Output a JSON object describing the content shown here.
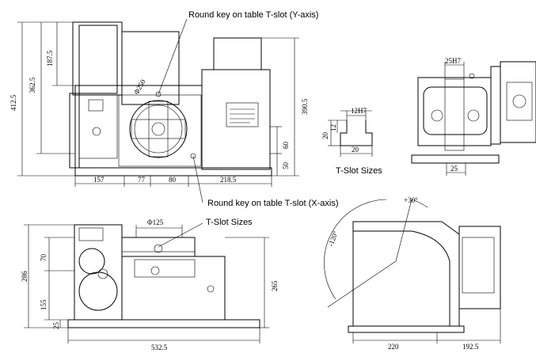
{
  "callouts": {
    "y_axis_key": "Round key on table T-slot (Y-axis)",
    "x_axis_key": "Round key on table T-slot (X-axis)",
    "tslot_sizes_top": "T-Slot Sizes",
    "tslot_sizes_bottom": "T-Slot Sizes"
  },
  "top_view": {
    "dim_h1": "157",
    "dim_h2": "77",
    "dim_h3": "80",
    "dim_h4": "218.5",
    "dim_v_total": "412.5",
    "dim_v_362": "362.5",
    "dim_v_187": "187.5",
    "dim_v_390": "390.5",
    "dim_v_60": "60",
    "dim_v_50": "50",
    "dia_table": "Φ250"
  },
  "tslot_detail": {
    "slot_width": "12H7",
    "height_20": "20",
    "height_12": "12",
    "bottom_20": "20"
  },
  "side_detail": {
    "top_width": "25H7",
    "bottom_width": "25"
  },
  "front_view": {
    "dia_125": "Φ125",
    "dim_70": "70",
    "dim_286": "286",
    "dim_155": "155",
    "dim_25": "25",
    "dim_265": "265",
    "dim_532": "532.5"
  },
  "tilt_view": {
    "angle_plus": "+30°",
    "angle_minus": "-120°",
    "dim_220": "220",
    "dim_192": "192.5"
  }
}
